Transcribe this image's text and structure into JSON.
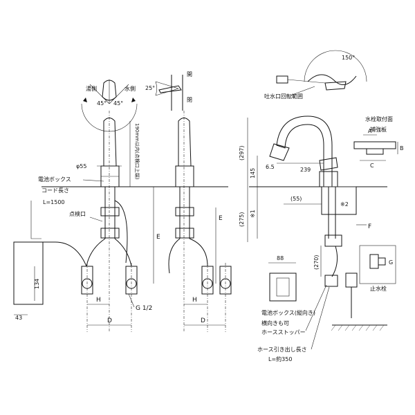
{
  "labels": {
    "hot_side": "湯側",
    "cold_side": "水側",
    "angle_left": "45°",
    "angle_right": "45°",
    "angle_25": "25°",
    "open": "開",
    "close": "閉",
    "angle_150": "150°",
    "spout_range": "吐水口回転範囲",
    "dia55": "φ55",
    "battery_box": "電池ボックス",
    "cord_length": "コード長さ",
    "cord_value": "L=1500",
    "check_port": "点検口",
    "range_190": "190mm以内(点検口上端)",
    "dim_h": "H",
    "dim_d": "D",
    "dim_e": "E",
    "dim_g12": "G 1/2",
    "dim_134": "134",
    "dim_43": "43",
    "dim_297": "(297)",
    "dim_145": "145",
    "dim_65": "6.5",
    "dim_239": "239",
    "dim_55p": "(55)",
    "dim_275": "(275)",
    "dim_270": "(270)",
    "dim_x1": "※1",
    "dim_x2": "※2",
    "dim_f": "F",
    "dim_88": "88",
    "dim_a": "A",
    "dim_b": "B",
    "dim_c": "C",
    "dim_g": "G",
    "mount_hole": "水栓取付面",
    "reinforcement": "補強板",
    "battery_box_v": "電池ボックス(縦向き)",
    "side_ok": "横向きも可",
    "hose_stopper": "ホースストッパー",
    "hose_pull": "ホース引き出し長さ",
    "hose_value": "L=約350",
    "stop_valve": "止水栓"
  }
}
